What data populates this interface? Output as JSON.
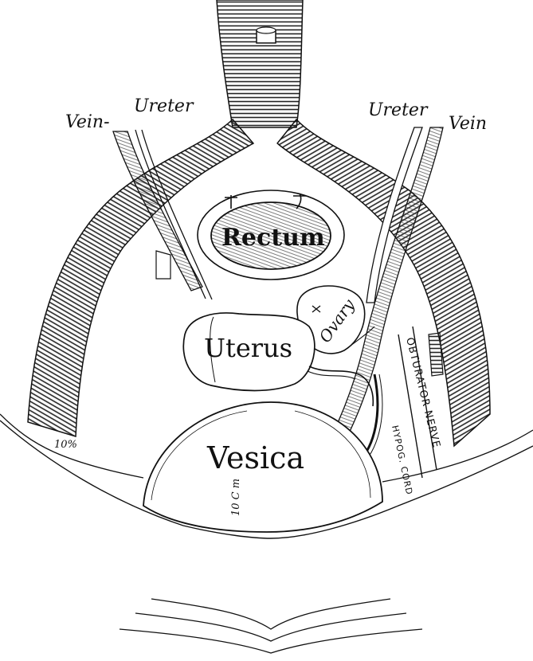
{
  "labels": {
    "vein_left": "Vein-",
    "ureter_left": "Ureter",
    "ureter_right": "Ureter",
    "vein_right": "Vein",
    "rectum": "Rectum",
    "ovary": "Ovary",
    "uterus": "Uterus",
    "vesica": "Vesica",
    "obturator_nerve": "OBTURATOR NERVE",
    "hypog_cord": "HYPOG. CORD",
    "measure_left": "10%",
    "measure_center": "10 C m"
  }
}
